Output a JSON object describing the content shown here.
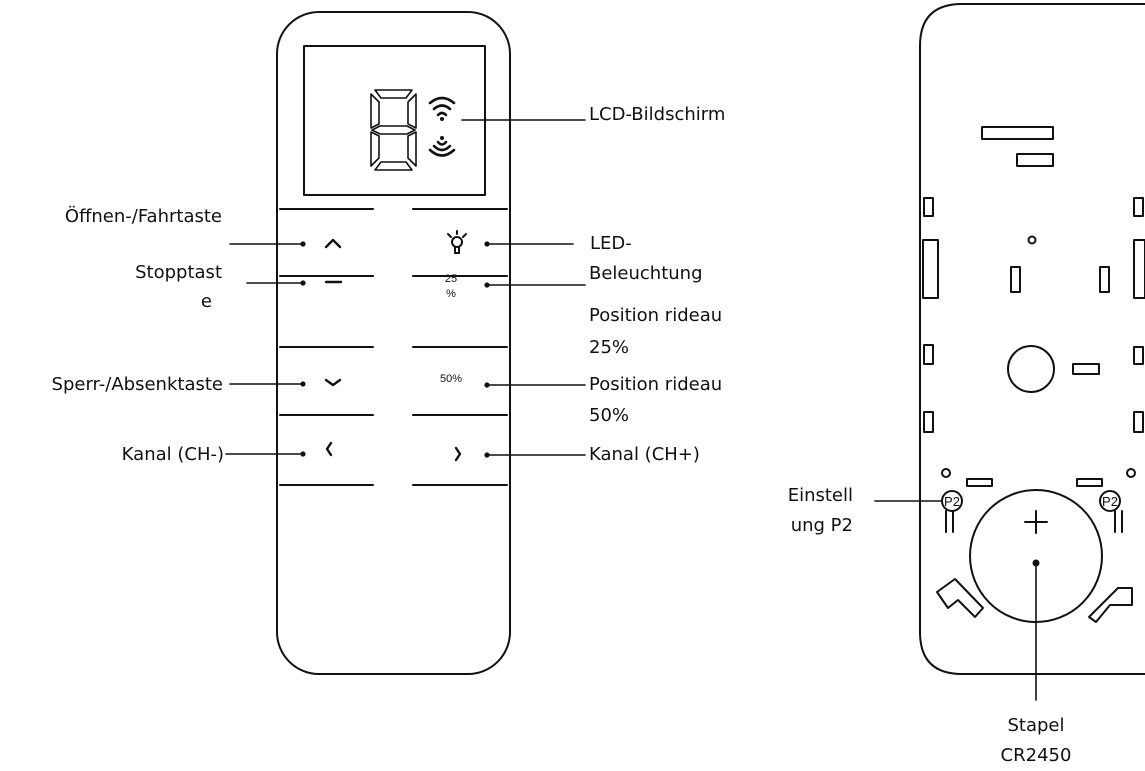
{
  "labels": {
    "lcd": "LCD-Bildschirm",
    "open": "Öffnen-/Fahrtaste",
    "stop_1": "Stopptast",
    "stop_2": "e",
    "lock": "Sperr-/Absenktaste",
    "ch_minus": "Kanal (CH-)",
    "led_1": "LED-",
    "led_2": "Beleuchtung",
    "pos25_1": "Position rideau",
    "pos25_2": "25%",
    "pos50_1": "Position rideau",
    "pos50_2": "50%",
    "ch_plus": "Kanal (CH+)",
    "p2_1": "Einstell",
    "p2_2": "ung P2",
    "battery_1": "Stapel",
    "battery_2": "CR2450"
  },
  "buttons": {
    "pos25_top": "25",
    "pos25_bottom": "%",
    "pos50": "50%"
  },
  "back": {
    "p2_left": "P2",
    "p2_right": "P2"
  },
  "icons": [
    "seven-segment-digit-icon",
    "wifi-signal-icon",
    "signal-emitter-icon",
    "chevron-up-icon",
    "bulb-icon",
    "minus-icon",
    "chevron-down-icon",
    "chevron-left-icon",
    "chevron-right-icon",
    "plus-icon"
  ]
}
